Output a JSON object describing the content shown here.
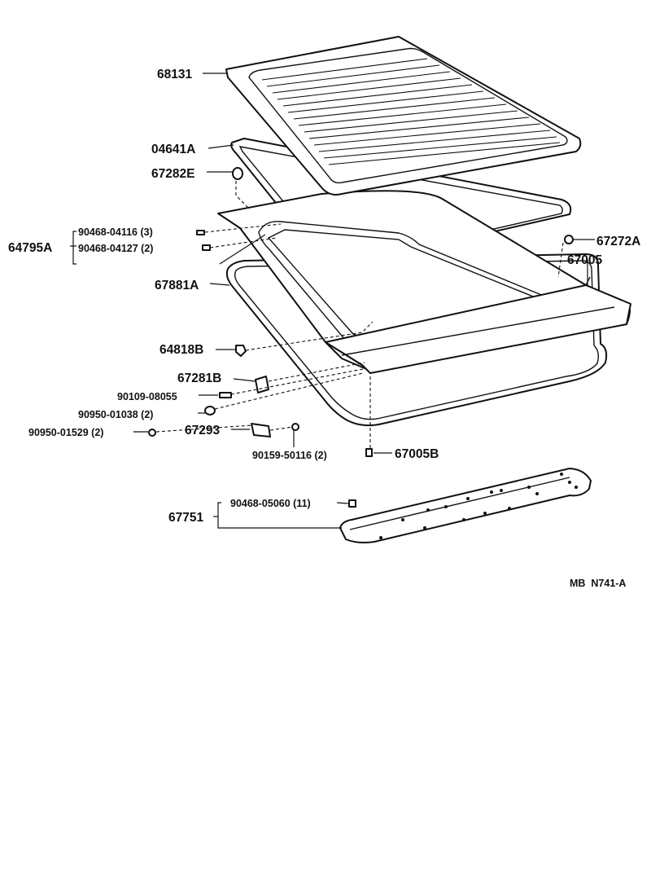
{
  "diagram": {
    "code": "MB  N741-A",
    "labels": {
      "p68131": "68131",
      "p04641A": "04641A",
      "p67282E": "67282E",
      "p64795A": "64795A",
      "p90468_04116": "90468-04116 (3)",
      "p90468_04127": "90468-04127 (2)",
      "p67881A": "67881A",
      "p67272A": "67272A",
      "p67005": "67005",
      "p64818B": "64818B",
      "p67281B": "67281B",
      "p90109_08055": "90109-08055",
      "p90950_01038": "90950-01038 (2)",
      "p90950_01529": "90950-01529 (2)",
      "p67293": "67293",
      "p90159_50116": "90159-50116 (2)",
      "p67005B": "67005B",
      "p67751": "67751",
      "p90468_05060": "90468-05060 (11)"
    }
  }
}
